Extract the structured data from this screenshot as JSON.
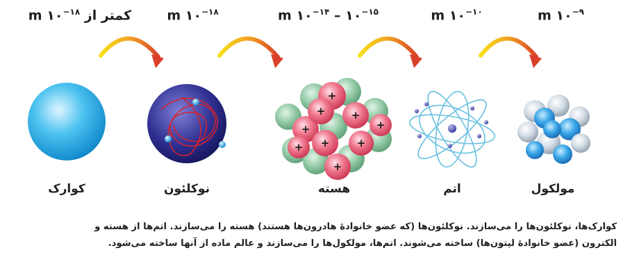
{
  "scales": {
    "molecule": {
      "base": "۱۰",
      "exp": "−۹",
      "unit": "m"
    },
    "atom": {
      "base": "۱۰",
      "exp": "−۱۰",
      "unit": "m"
    },
    "nucleus": {
      "base": "۱۰",
      "exp": "−۱۵",
      "dash": "–",
      "base2": "۱۰",
      "exp2": "−۱۴",
      "unit": "m"
    },
    "nucleon": {
      "base": "۱۰",
      "exp": "−۱۸",
      "unit": "m"
    },
    "quark": {
      "prefix": "کمتر از",
      "base": "۱۰",
      "exp": "−۱۸",
      "unit": "m"
    }
  },
  "labels": {
    "molecule": "مولکول",
    "atom": "اتم",
    "nucleus": "هسته",
    "nucleon": "نوکلئون",
    "quark": "کوارک"
  },
  "proton_sign": "+",
  "caption": {
    "line1": "کوارک‌ها، نوکلئون‌ها را می‌سازند. نوکلئون‌ها (که عضو خانوادهٔ هادرون‌ها هستند) هسته را می‌سازند. اتم‌ها از هسته و",
    "line2": "الکترون (عضو خانوادهٔ لپتون‌ها) ساخته می‌شوند. اتم‌ها، مولکول‌ها را می‌سازند و عالم ماده از آنها ساخته می‌شود."
  },
  "colors": {
    "arrow_start": "#f7e01a",
    "arrow_end": "#d9402a",
    "quark": "#1aa0dc",
    "nucleon": "#2a2a7e",
    "proton": "#e0506a",
    "neutron": "#78b890",
    "atom_orbit": "#68c0e0",
    "molecule": "#2b8fd6"
  }
}
